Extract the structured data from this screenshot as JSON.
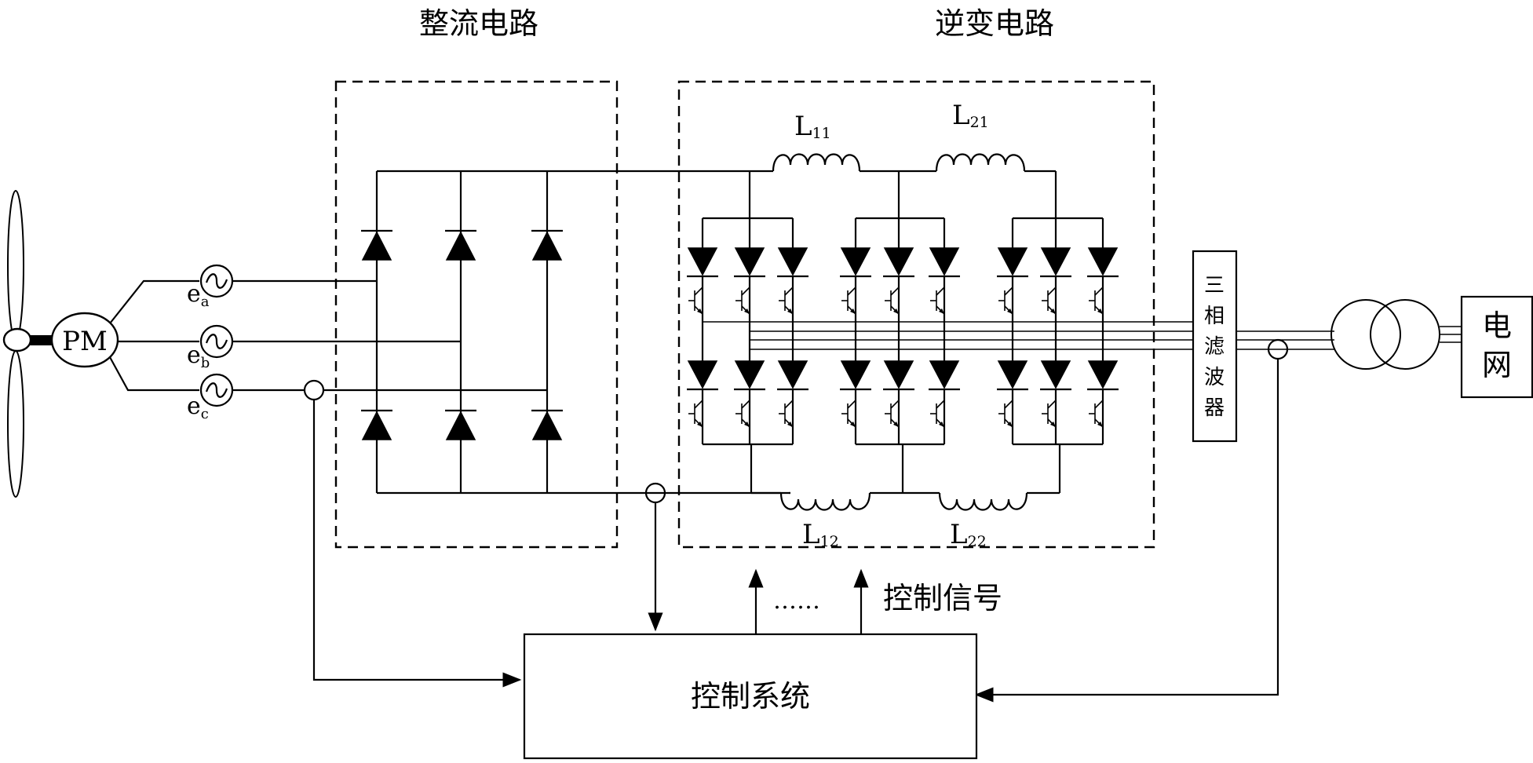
{
  "labels": {
    "rectifier_title": "整流电路",
    "inverter_title": "逆变电路",
    "generator": "PM",
    "emf": [
      {
        "main": "e",
        "sub": "a"
      },
      {
        "main": "e",
        "sub": "b"
      },
      {
        "main": "e",
        "sub": "c"
      }
    ],
    "inductors": [
      {
        "main": "L",
        "sub": "11"
      },
      {
        "main": "L",
        "sub": "21"
      },
      {
        "main": "L",
        "sub": "12"
      },
      {
        "main": "L",
        "sub": "22"
      }
    ],
    "filter": [
      "三",
      "相",
      "滤",
      "波",
      "器"
    ],
    "grid": [
      "电",
      "网"
    ],
    "control_system": "控制系统",
    "control_signal": "控制信号",
    "ellipsis": "……"
  }
}
